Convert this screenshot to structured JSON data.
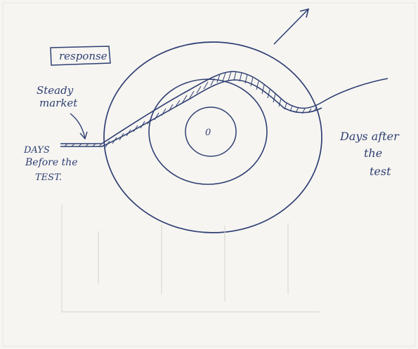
{
  "labels": {
    "boxed_note": "response",
    "steady_market_line1": "Steady",
    "steady_market_line2": "market",
    "days_before_line1": "DAYS",
    "days_before_line2": "Before the",
    "days_before_line3": "TEST.",
    "days_after_line1": "Days after",
    "days_after_line2": "the",
    "days_after_line3": "test",
    "center_mark": "0"
  },
  "colors": {
    "ink": "#2f3f73",
    "paper": "#f6f5f1"
  }
}
